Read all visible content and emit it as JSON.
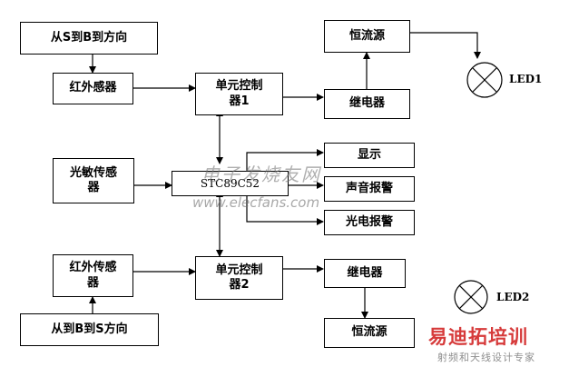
{
  "blocks": {
    "dir_sb": "从S到B到方向",
    "ir_top": "红外感器",
    "unit1_line1": "单元控制",
    "unit1_line2": "器1",
    "cc_top": "恒流源",
    "relay_top": "继电器",
    "led1": "LED1",
    "photo_line1": "光敏传感",
    "photo_line2": "器",
    "mcu": "STC89C52",
    "display": "显示",
    "sound_alarm": "声音报警",
    "light_alarm": "光电报警",
    "ir_bottom_line1": "红外传感",
    "ir_bottom_line2": "器",
    "unit2_line1": "单元控制",
    "unit2_line2": "器2",
    "relay_bottom": "继电器",
    "led2": "LED2",
    "dir_bs": "从到B到S方向",
    "cc_bottom": "恒流源"
  },
  "watermark": {
    "text_zh": "电子发烧友网",
    "text_en": "www.elecfans.com"
  },
  "logo": {
    "main": "易迪拓培训",
    "sub": "射频和天线设计专家",
    "colors": {
      "main": "#d63a3a",
      "sub": "#8f8f8f"
    }
  },
  "colors": {
    "line": "#000000",
    "box_border": "#000000",
    "background": "#ffffff"
  }
}
